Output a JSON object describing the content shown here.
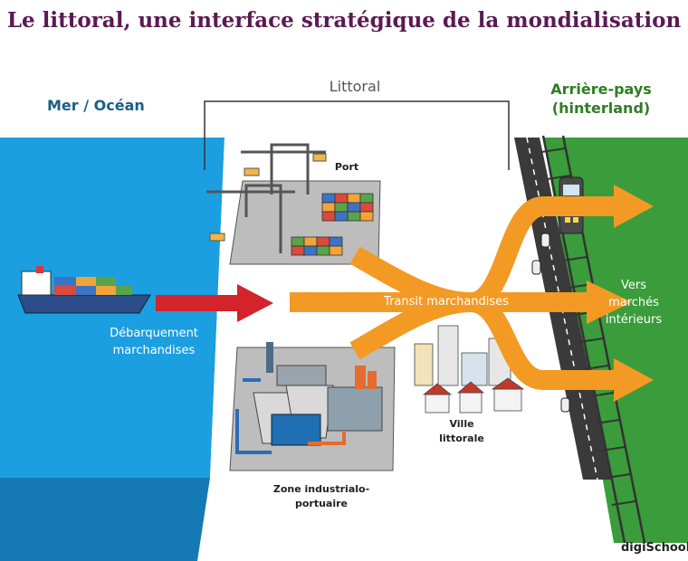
{
  "title": "Le littoral, une interface stratégique de la mondialisation",
  "regions": {
    "sea": "Mer / Océan",
    "coast": "Littoral",
    "hinterland_line1": "Arrière-pays",
    "hinterland_line2": "(hinterland)"
  },
  "labels": {
    "port": "Port",
    "unloading_line1": "Débarquement",
    "unloading_line2": "marchandises",
    "transit": "Transit marchandises",
    "towards_line1": "Vers",
    "towards_line2": "marchés",
    "towards_line3": "intérieurs",
    "city_line1": "Ville",
    "city_line2": "littorale",
    "zone_line1": "Zone industrialo-",
    "zone_line2": "portuaire"
  },
  "logo": "digiSchool",
  "colors": {
    "sea": "#1b9fe0",
    "land": "#3b9c3b",
    "flow_arrow": "#f39a25",
    "unloading_arrow": "#d3232b",
    "title": "#5b1a53"
  }
}
